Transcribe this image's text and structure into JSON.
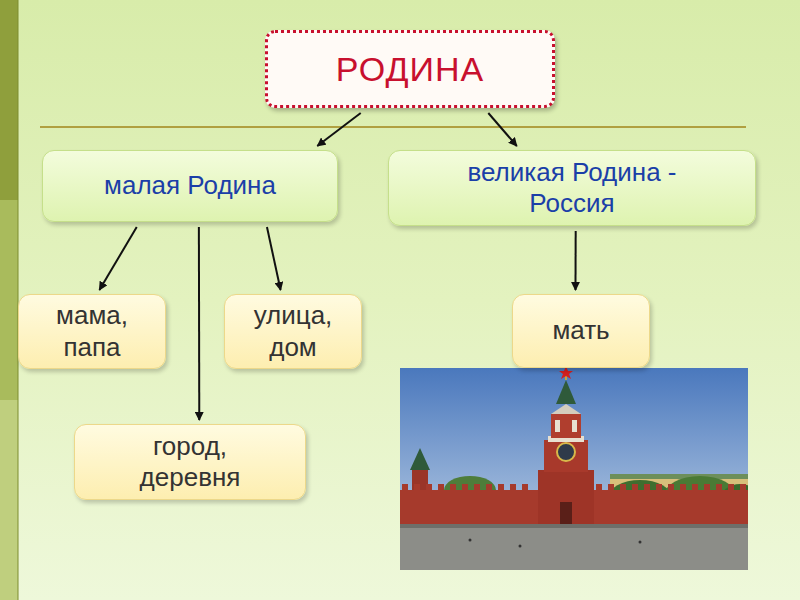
{
  "diagram": {
    "nodes": [
      {
        "text": [
          "РОДИНА"
        ]
      },
      {
        "text": [
          "малая Родина"
        ]
      },
      {
        "text": [
          "великая Родина - Россия"
        ]
      },
      {
        "text": [
          "мама, папа"
        ]
      },
      {
        "text": [
          "улица, дом"
        ]
      },
      {
        "text": [
          "город, деревня"
        ]
      },
      {
        "text": [
          "мать"
        ]
      }
    ],
    "edges": [
      {
        "from": 0,
        "to": 1,
        "arrow": "to"
      },
      {
        "from": 0,
        "to": 2,
        "arrow": "to"
      },
      {
        "from": 1,
        "to": 3,
        "arrow": "to"
      },
      {
        "from": 1,
        "to": 5,
        "arrow": "to"
      },
      {
        "from": 1,
        "to": 4,
        "arrow": "to"
      },
      {
        "from": 2,
        "to": 6,
        "arrow": "to"
      }
    ]
  }
}
